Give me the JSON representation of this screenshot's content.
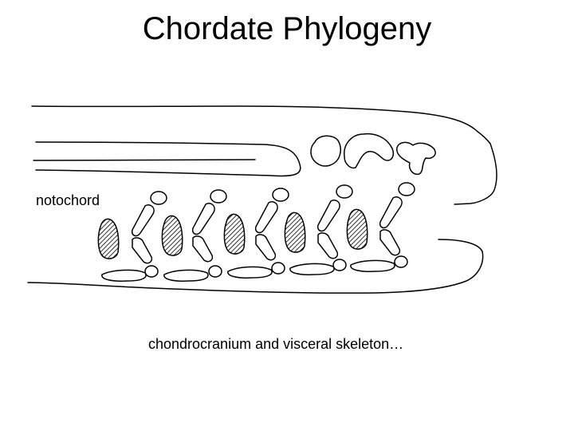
{
  "slide": {
    "title": "Chordate Phylogeny",
    "label_notochord": "notochord",
    "caption": "chondrocranium and visceral skeleton…"
  },
  "colors": {
    "line": "#000000",
    "hatch_fill": "#000000",
    "background": "#ffffff"
  }
}
